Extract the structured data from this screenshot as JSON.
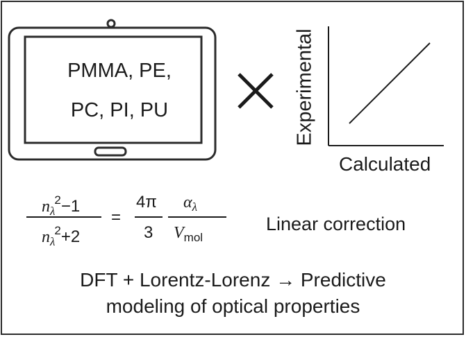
{
  "tablet": {
    "screen_line1": "PMMA, PE,",
    "screen_line2": "PC, PI, PU"
  },
  "operator_symbol": "×",
  "plot": {
    "y_label": "Experimental",
    "x_label": "Calculated"
  },
  "formula": {
    "n": "n",
    "lambda": "λ",
    "squared": "2",
    "minus_one": "−1",
    "plus_two": "+2",
    "equals": "=",
    "four_pi": "4π",
    "three": "3",
    "alpha": "α",
    "V": "V",
    "mol": "mol"
  },
  "correction_label": "Linear correction",
  "caption": {
    "line1": "DFT + Lorentz-Lorenz → Predictive",
    "line2": "modeling of optical properties"
  },
  "colors": {
    "stroke": "#2b2b2b",
    "text": "#1a1a1a"
  }
}
